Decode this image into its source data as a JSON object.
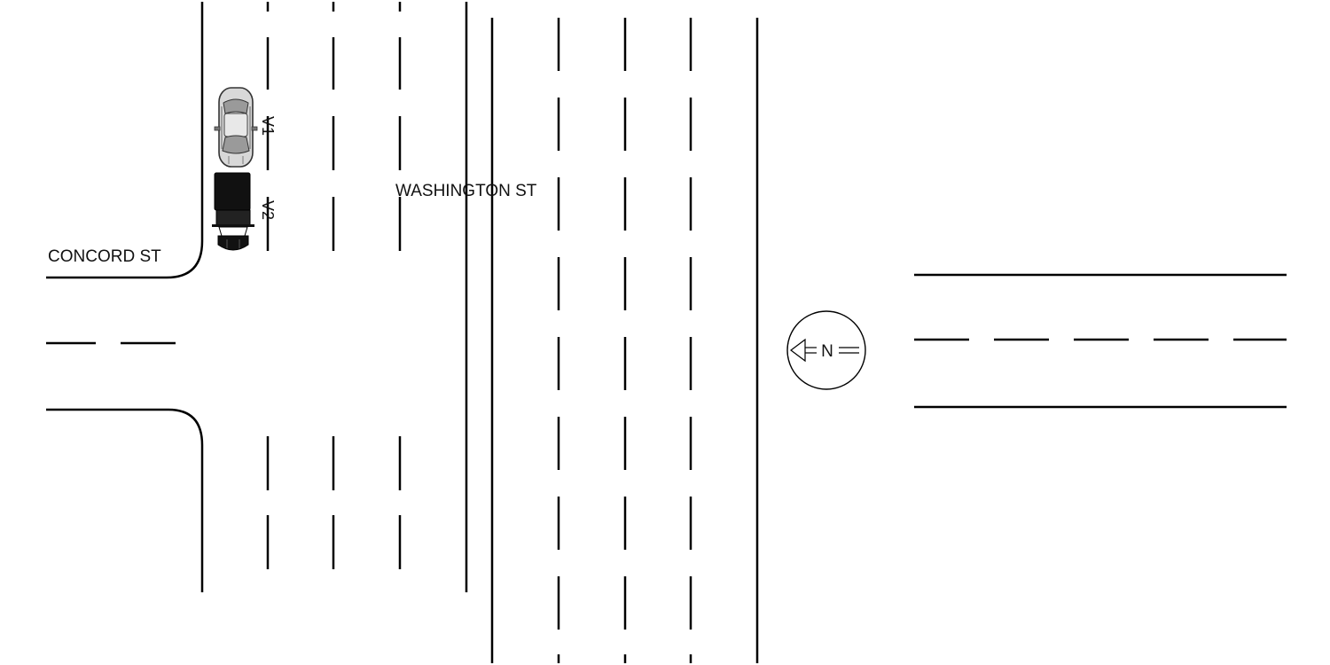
{
  "streets": {
    "washington": "WASHINGTON ST",
    "concord": "CONCORD ST"
  },
  "vehicles": {
    "v1": {
      "label": "V1",
      "type": "sedan",
      "color": "#cfcfcf"
    },
    "v2": {
      "label": "V2",
      "type": "pickup-truck",
      "color": "#111111"
    }
  },
  "north_arrow": {
    "label": "N",
    "direction": "left"
  },
  "colors": {
    "line": "#000000",
    "background": "#ffffff"
  }
}
